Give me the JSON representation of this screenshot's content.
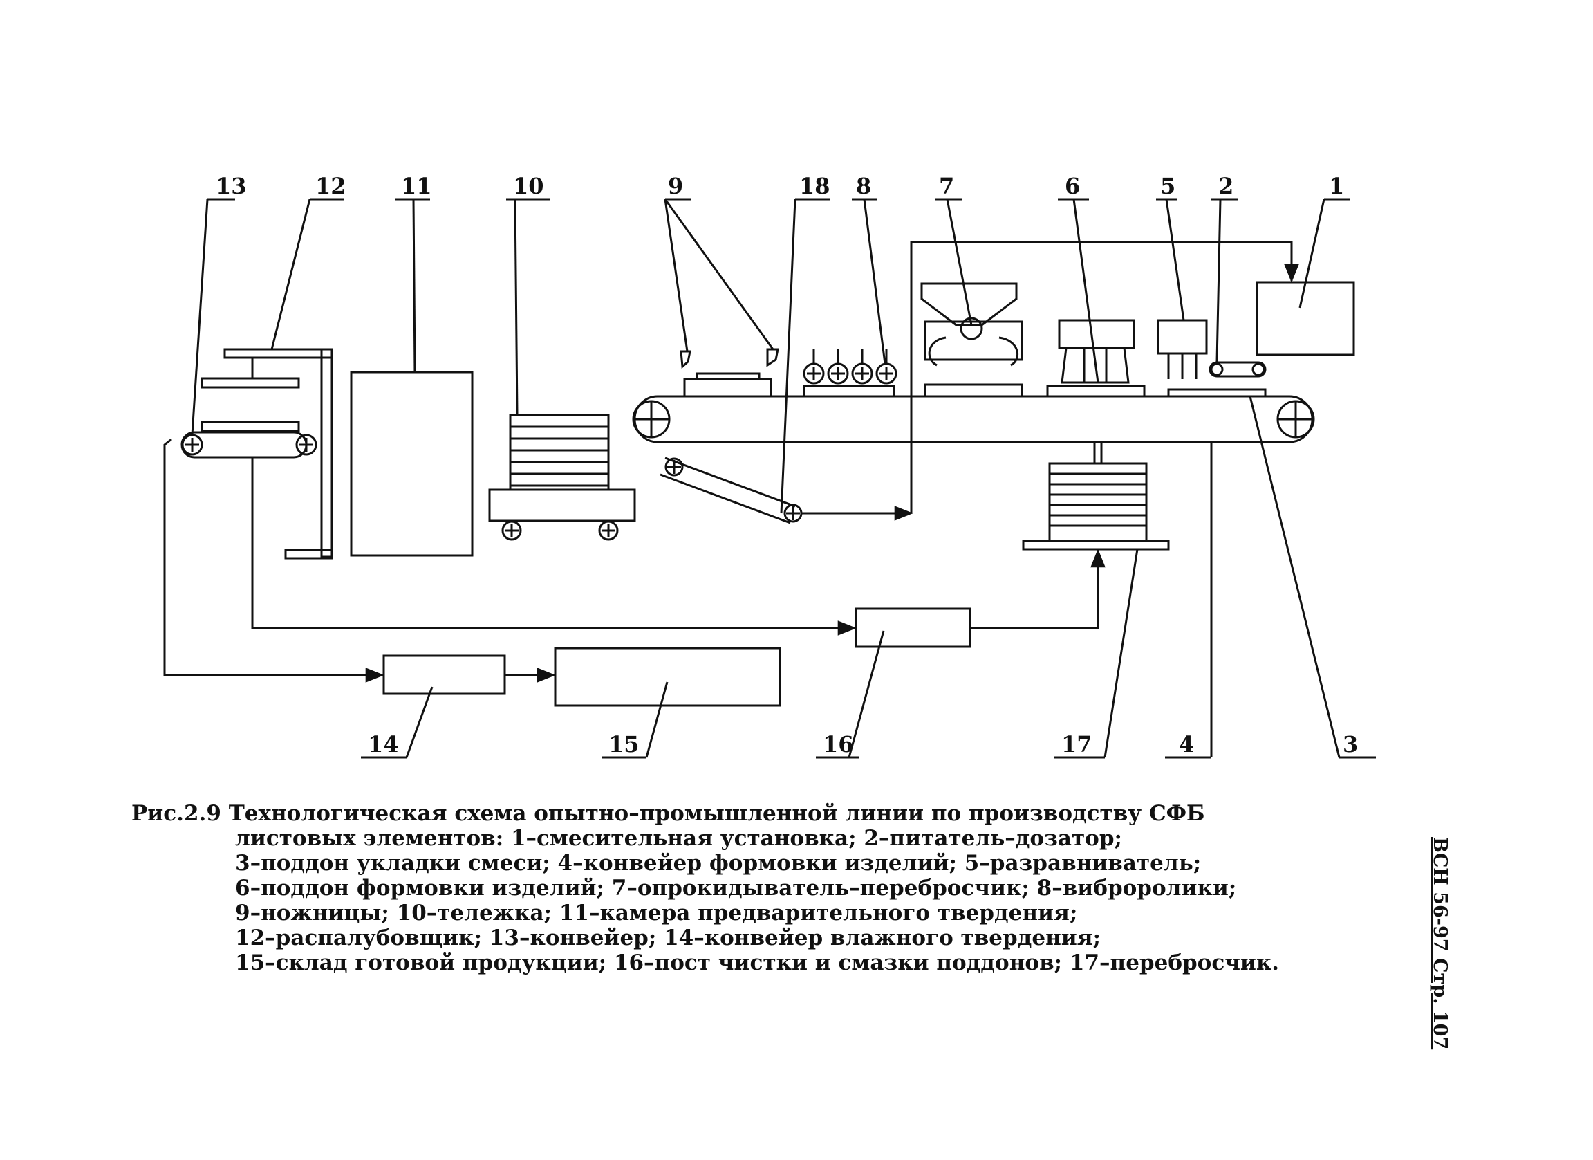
{
  "diagram": {
    "labels": [
      "1",
      "2",
      "3",
      "4",
      "5",
      "6",
      "7",
      "8",
      "9",
      "10",
      "11",
      "12",
      "13",
      "14",
      "15",
      "16",
      "17",
      "18"
    ]
  },
  "caption": {
    "lines": [
      "Рис.2.9 Технологическая схема опытно–промышленной линии по производству СФБ",
      "листовых элементов:   1–смесительная установка; 2–питатель–дозатор;",
      "3–поддон укладки смеси;   4–конвейер формовки изделий; 5–разравниватель;",
      "6–поддон формовки изделий; 7–опрокидыватель–перебросчик; 8–виброролики;",
      "9–ножницы; 10–тележка; 11–камера предварительного твердения;",
      "12–распалубовщик; 13–конвейер; 14–конвейер влажного твердения;",
      "15–склад готовой продукции; 16–пост чистки и смазки поддонов; 17–перебросчик."
    ]
  },
  "side_note": "ВСН 56-97 Стр. 107"
}
